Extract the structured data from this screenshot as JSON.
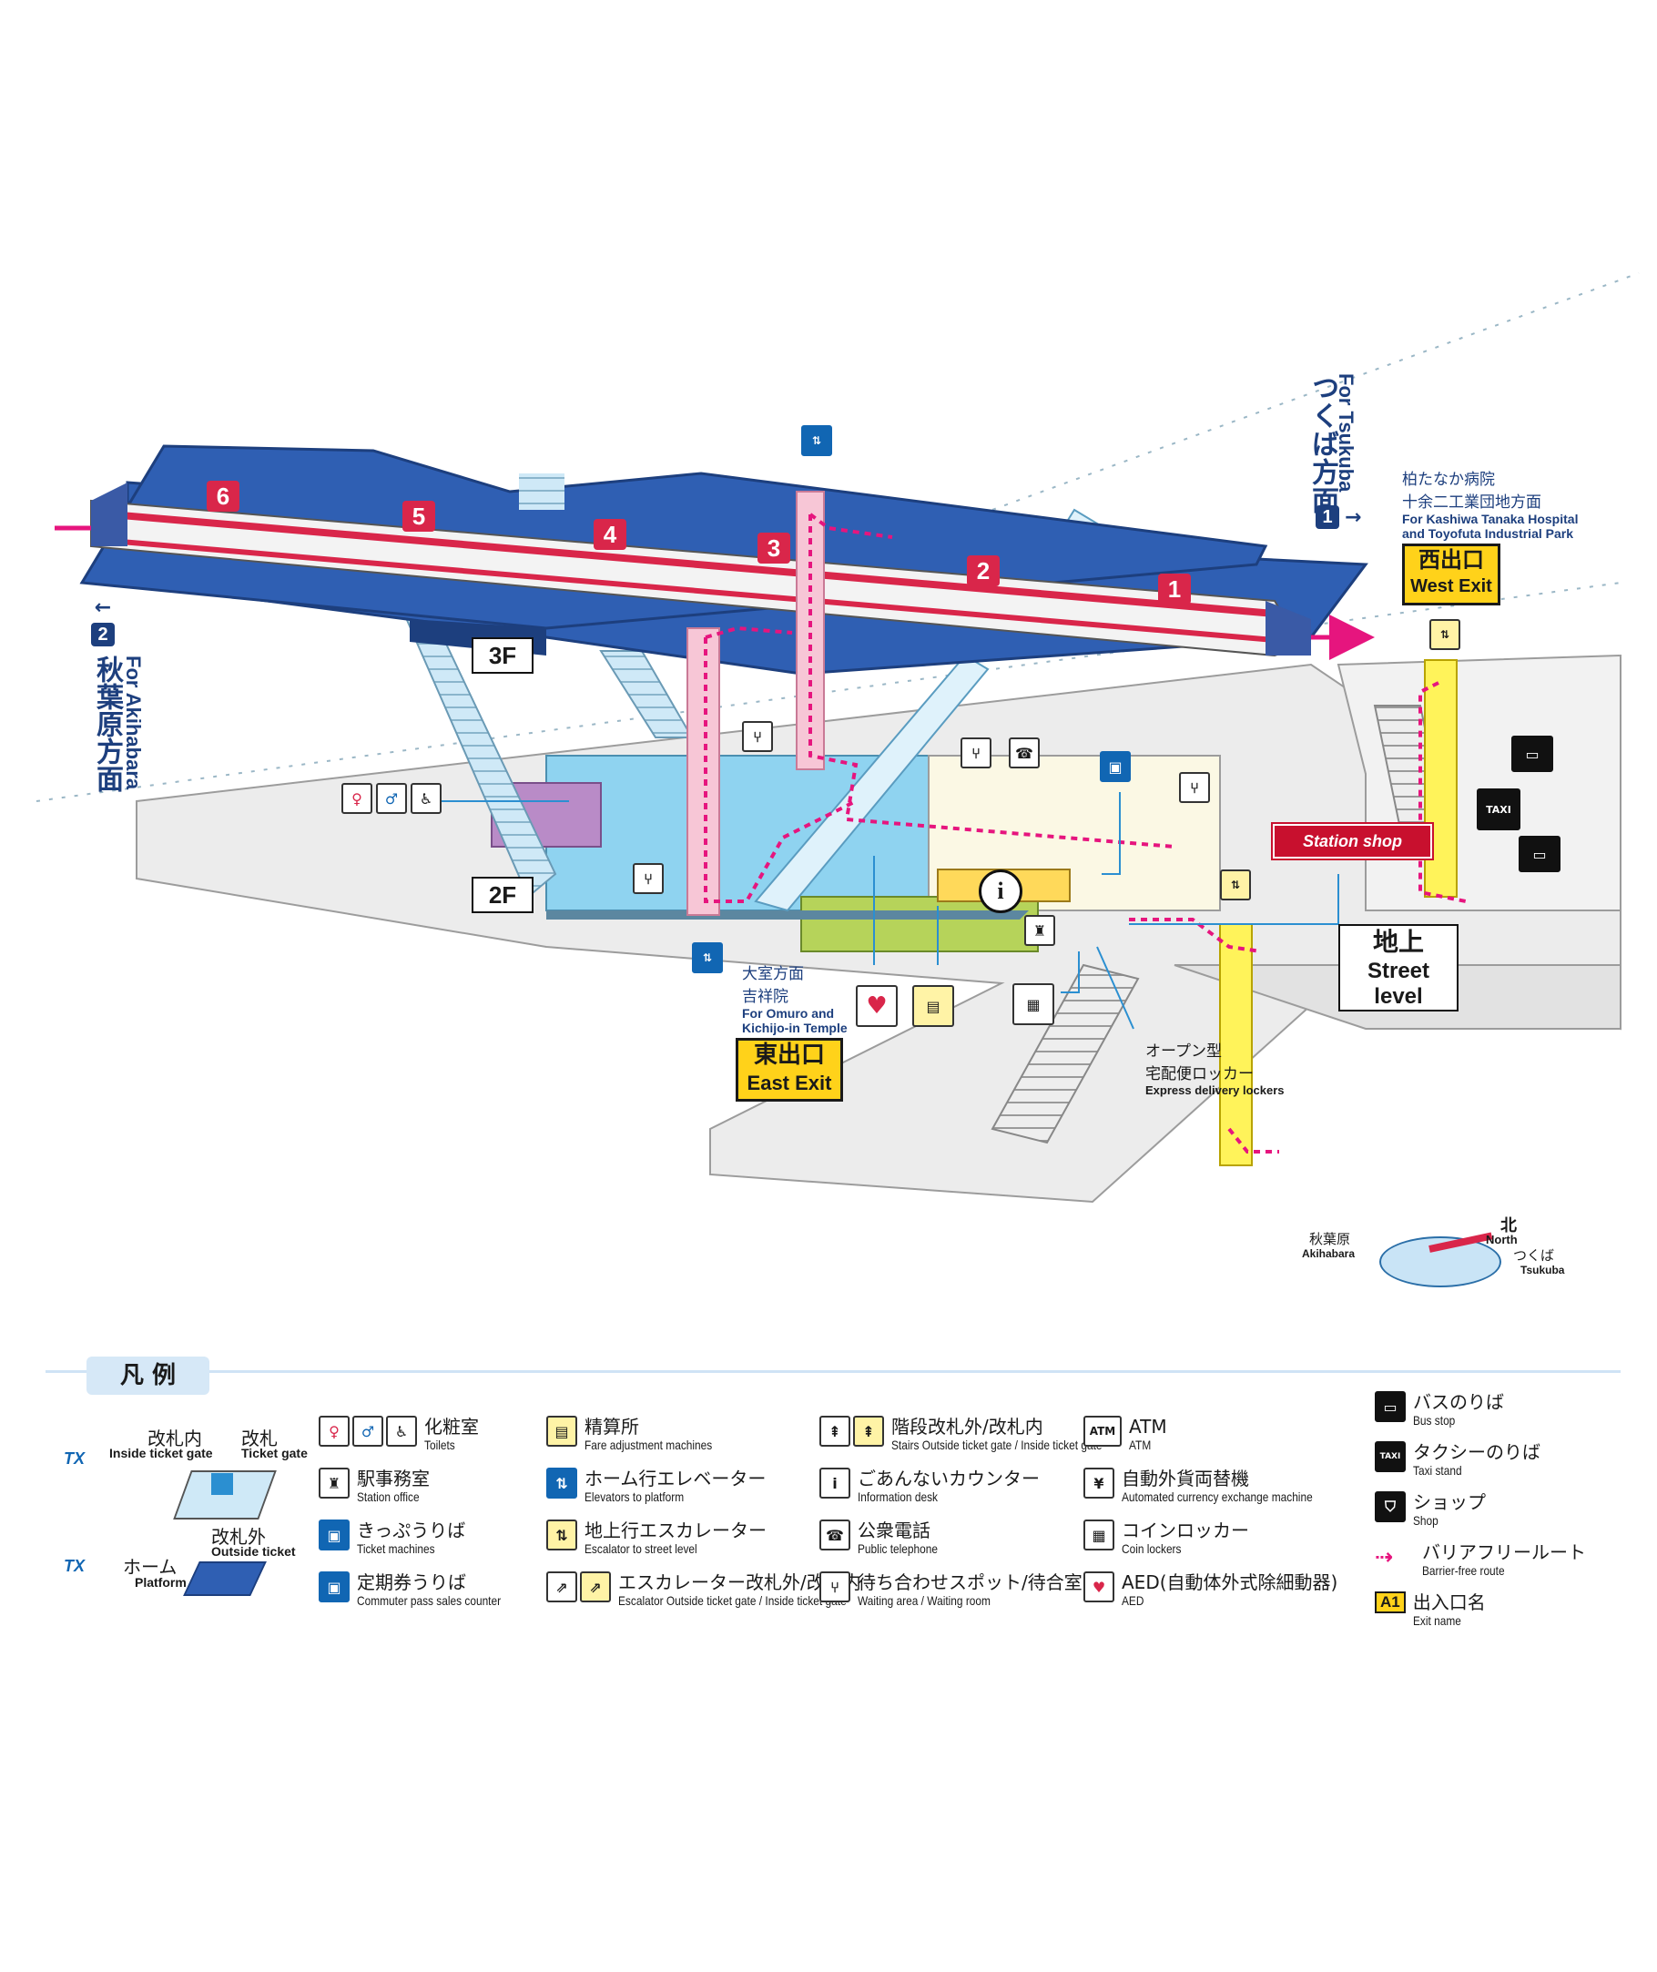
{
  "floors": {
    "f3": "3F",
    "f2": "2F",
    "street_ja": "地上",
    "street_en": "Street level"
  },
  "directions": {
    "tsukuba_ja": "つくば方面",
    "tsukuba_en": "For Tsukuba",
    "tsukuba_num": "1",
    "akihabara_ja": "秋葉原方面",
    "akihabara_en": "For Akihabara",
    "akihabara_num": "2"
  },
  "cars": [
    "6",
    "5",
    "4",
    "3",
    "2",
    "1"
  ],
  "west_exit": {
    "dest_ja_1": "柏たなか病院",
    "dest_ja_2": "十余二工業団地方面",
    "dest_en_1": "For Kashiwa Tanaka Hospital",
    "dest_en_2": "and Toyofuta Industrial Park",
    "name_ja": "西出口",
    "name_en": "West Exit"
  },
  "east_exit": {
    "dest_ja_1": "大室方面",
    "dest_ja_2": "吉祥院",
    "dest_en_1": "For Omuro and",
    "dest_en_2": "Kichijo-in Temple",
    "name_ja": "東出口",
    "name_en": "East Exit"
  },
  "station_shop": "Station shop",
  "lockers": {
    "ja_1": "オープン型",
    "ja_2": "宅配便ロッカー",
    "en": "Express delivery lockers"
  },
  "compass": {
    "north_ja": "北",
    "north_en": "North",
    "akihabara_ja": "秋葉原",
    "akihabara_en": "Akihabara",
    "tsukuba_ja": "つくば",
    "tsukuba_en": "Tsukuba"
  },
  "legend": {
    "title": "凡 例",
    "inside_gate_ja": "改札内",
    "inside_gate_en": "Inside ticket gate",
    "ticket_gate_ja": "改札",
    "ticket_gate_en": "Ticket gate",
    "outside_gate_ja": "改札外",
    "outside_gate_en": "Outside ticket gate",
    "platform_ja": "ホーム",
    "platform_en": "Platform",
    "tx": "TX",
    "items": [
      {
        "ja": "化粧室",
        "en": "Toilets"
      },
      {
        "ja": "駅事務室",
        "en": "Station office"
      },
      {
        "ja": "きっぷうりば",
        "en": "Ticket machines"
      },
      {
        "ja": "定期券うりば",
        "en": "Commuter pass sales counter"
      },
      {
        "ja": "精算所",
        "en": "Fare adjustment machines"
      },
      {
        "ja": "ホーム行エレベーター",
        "en": "Elevators to platform"
      },
      {
        "ja": "地上行エスカレーター",
        "en": "Escalator to street level"
      },
      {
        "ja": "エスカレーター改札外/改札内",
        "en": "Escalator Outside ticket gate / Inside ticket gate"
      },
      {
        "ja": "階段改札外/改札内",
        "en": "Stairs Outside ticket gate / Inside ticket gate"
      },
      {
        "ja": "ごあんないカウンター",
        "en": "Information desk"
      },
      {
        "ja": "公衆電話",
        "en": "Public telephone"
      },
      {
        "ja": "待ち合わせスポット/待合室",
        "en": "Waiting area / Waiting room"
      },
      {
        "ja": "ATM",
        "en": "ATM"
      },
      {
        "ja": "自動外貨両替機",
        "en": "Automated currency exchange machine"
      },
      {
        "ja": "コインロッカー",
        "en": "Coin lockers"
      },
      {
        "ja": "AED(自動体外式除細動器)",
        "en": "AED"
      },
      {
        "ja": "バスのりば",
        "en": "Bus stop"
      },
      {
        "ja": "タクシーのりば",
        "en": "Taxi stand"
      },
      {
        "ja": "ショップ",
        "en": "Shop"
      },
      {
        "ja": "バリアフリールート",
        "en": "Barrier-free route"
      },
      {
        "ja": "出入口名",
        "en": "Exit name"
      }
    ],
    "exit_badge": "A1",
    "atm_icon": "ATM",
    "taxi_icon": "TAXI"
  },
  "colors": {
    "platform": "#2f5fb3",
    "concourse": "#8fd3f0",
    "street": "#e9e9e9",
    "train_red": "#d9264a",
    "elevator": "#f7c6d6",
    "exit_yellow": "#ffd21a",
    "route": "#e6157e",
    "shop_red": "#c8102e",
    "waiting": "#b98bc7",
    "office": "#b6d35a"
  }
}
